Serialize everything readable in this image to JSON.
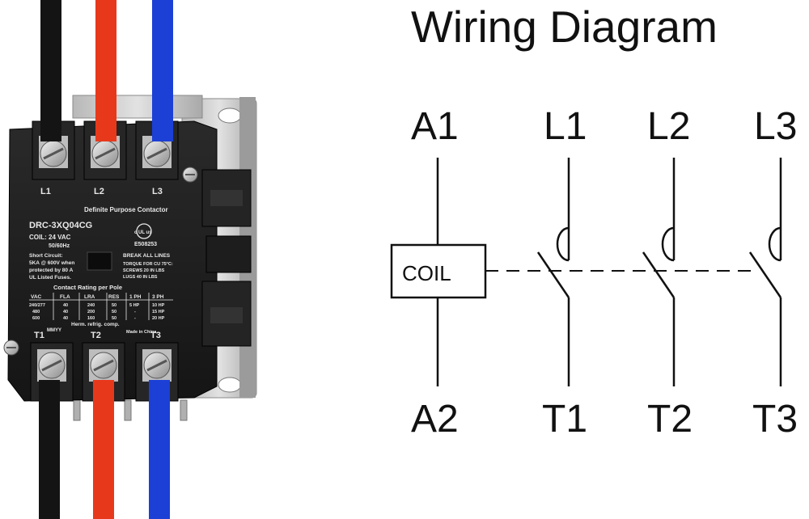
{
  "title": "Wiring Diagram",
  "diagram": {
    "coil_label": "COIL",
    "coil_top": "A1",
    "coil_bottom": "A2",
    "lines": [
      "L1",
      "L2",
      "L3"
    ],
    "loads": [
      "T1",
      "T2",
      "T3"
    ]
  },
  "contactor": {
    "terminal_top": [
      "L1",
      "L2",
      "L3"
    ],
    "terminal_bottom": [
      "T1",
      "T2",
      "T3"
    ],
    "heading": "Definite Purpose Contactor",
    "model": "DRC-3XQ04CG",
    "coil_spec": "COIL: 24 VAC",
    "frequency": "50/60Hz",
    "ul_mark": "c UL us",
    "file_number": "E508253",
    "short_circuit": [
      "Short Circuit:",
      "5KA @ 600V when",
      "protected by 80 A",
      "UL Listed Fuses."
    ],
    "break_lines": "BREAK ALL LINES",
    "torque": [
      "TORQUE FOR CU 75°C:",
      "SCREWS 20 IN LBS",
      "LUGS 40 IN LBS"
    ],
    "rating_title": "Contact Rating per Pole",
    "table_headers": [
      "VAC",
      "FLA",
      "LRA",
      "RES",
      "1 PH",
      "3 PH"
    ],
    "table_rows": [
      [
        "240/277",
        "40",
        "240",
        "50",
        "5 HP",
        "10 HP"
      ],
      [
        "480",
        "40",
        "200",
        "50",
        "-",
        "15 HP"
      ],
      [
        "600",
        "40",
        "160",
        "50",
        "-",
        "20 HP"
      ]
    ],
    "herm": "Herm. refrig. comp.",
    "mmyy": "MMYY",
    "made_in": "Made in China"
  },
  "colors": {
    "wire_left": "#141414",
    "wire_middle": "#e8381c",
    "wire_right": "#1c3fd6",
    "body": "#1e1e1e",
    "plate": "#c9c9c9"
  }
}
